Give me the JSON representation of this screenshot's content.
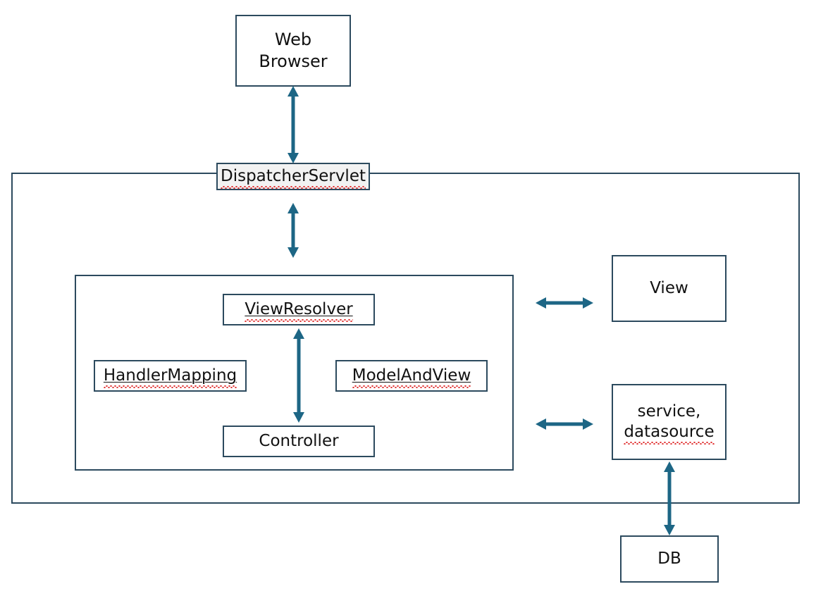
{
  "diagram": {
    "title": "Spring MVC request flow diagram",
    "accent_color": "#1d6685",
    "border_color": "#2c4a5e",
    "shaded_fill": "#f2f2f2",
    "background": "#ffffff",
    "nodes": {
      "web_browser": {
        "label": "Web\nBrowser",
        "shape": "rectangle"
      },
      "dispatcher_servlet": {
        "label": "DispatcherServlet",
        "shape": "rectangle",
        "fill": "#f2f2f2",
        "misspelled": true
      },
      "view_resolver": {
        "label": "ViewResolver",
        "shape": "rectangle",
        "underlined": true,
        "misspelled": true
      },
      "handler_mapping": {
        "label": "HandlerMapping",
        "shape": "rectangle",
        "underlined": true,
        "misspelled": true
      },
      "model_and_view": {
        "label": "ModelAndView",
        "shape": "rectangle",
        "underlined": true,
        "misspelled": true
      },
      "controller": {
        "label": "Controller",
        "shape": "rectangle"
      },
      "view": {
        "label": "View",
        "shape": "rectangle"
      },
      "service_datasource": {
        "label_line1": "service,",
        "label_line2": "datasource",
        "shape": "rectangle",
        "misspelled": true
      },
      "db": {
        "label": "DB",
        "shape": "rectangle"
      },
      "outer_container": {
        "label": "",
        "shape": "rectangle"
      },
      "inner_container": {
        "label": "",
        "shape": "rectangle"
      }
    },
    "connectors": [
      {
        "name": "browser-to-dispatcher",
        "from": "web_browser",
        "to": "dispatcher_servlet",
        "direction": "bidirectional",
        "orientation": "vertical"
      },
      {
        "name": "dispatcher-to-viewresolver",
        "from": "dispatcher_servlet",
        "to": "view_resolver",
        "direction": "bidirectional",
        "orientation": "vertical"
      },
      {
        "name": "viewresolver-to-controller",
        "from": "view_resolver",
        "to": "controller",
        "direction": "bidirectional",
        "orientation": "vertical"
      },
      {
        "name": "inner-to-view",
        "from": "inner_container",
        "to": "view",
        "direction": "bidirectional",
        "orientation": "horizontal"
      },
      {
        "name": "inner-to-service",
        "from": "inner_container",
        "to": "service_datasource",
        "direction": "bidirectional",
        "orientation": "horizontal"
      },
      {
        "name": "service-to-db",
        "from": "service_datasource",
        "to": "db",
        "direction": "bidirectional",
        "orientation": "vertical"
      }
    ]
  }
}
